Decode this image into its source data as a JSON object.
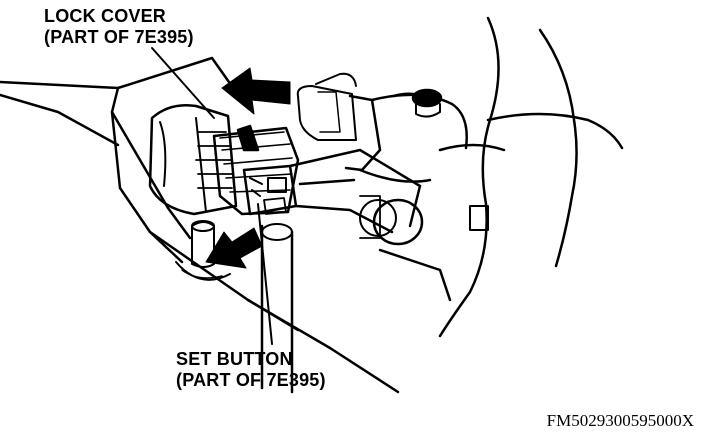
{
  "callouts": {
    "lock_cover": {
      "line1": "LOCK COVER",
      "line2": "(PART OF 7E395)"
    },
    "set_button": {
      "line1": "SET BUTTON",
      "line2": "(PART OF 7E395)"
    }
  },
  "figure_id": "FM5029300595000X",
  "colors": {
    "ink": "#000000",
    "paper": "#ffffff"
  }
}
